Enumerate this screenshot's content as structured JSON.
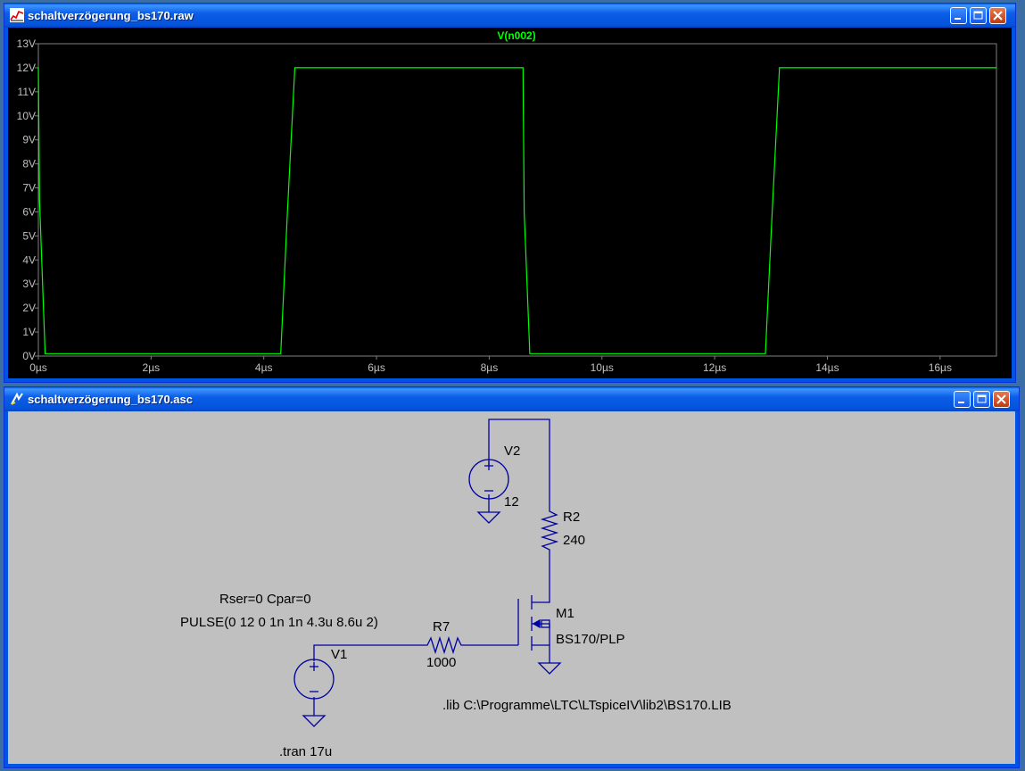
{
  "plot_window": {
    "title": "schaltverzögerung_bs170.raw"
  },
  "schematic_window": {
    "title": "schaltverzögerung_bs170.asc"
  },
  "colors": {
    "trace": "#00ff00",
    "plot_bg": "#000000",
    "wire": "#0000a0",
    "schematic_bg": "#c0c0c0",
    "title_bar": "#0054e3"
  },
  "chart_data": {
    "type": "line",
    "series": [
      {
        "name": "V(n002)",
        "x": [
          0,
          0.02,
          0.12,
          4.3,
          4.42,
          4.55,
          8.6,
          8.62,
          8.72,
          12.9,
          13.02,
          13.15,
          17
        ],
        "y": [
          12,
          6.5,
          0.1,
          0.1,
          6,
          12,
          12,
          6,
          0.1,
          0.1,
          6,
          12,
          12
        ]
      }
    ],
    "x_ticks": [
      "0µs",
      "2µs",
      "4µs",
      "6µs",
      "8µs",
      "10µs",
      "12µs",
      "14µs",
      "16µs"
    ],
    "x_tick_values": [
      0,
      2,
      4,
      6,
      8,
      10,
      12,
      14,
      16
    ],
    "y_ticks": [
      "0V",
      "1V",
      "2V",
      "3V",
      "4V",
      "5V",
      "6V",
      "7V",
      "8V",
      "9V",
      "10V",
      "11V",
      "12V",
      "13V"
    ],
    "y_tick_values": [
      0,
      1,
      2,
      3,
      4,
      5,
      6,
      7,
      8,
      9,
      10,
      11,
      12,
      13
    ],
    "xlim": [
      0,
      17
    ],
    "ylim": [
      0,
      13
    ],
    "grid": false
  },
  "schematic": {
    "v2": {
      "name": "V2",
      "value": "12"
    },
    "r2": {
      "name": "R2",
      "value": "240"
    },
    "m1": {
      "name": "M1",
      "model": "BS170/PLP"
    },
    "r7": {
      "name": "R7",
      "value": "1000"
    },
    "v1": {
      "name": "V1",
      "params": "Rser=0 Cpar=0",
      "pulse": "PULSE(0 12 0 1n 1n 4.3u 8.6u 2)"
    },
    "lib_directive": ".lib C:\\Programme\\LTC\\LTspiceIV\\lib2\\BS170.LIB",
    "tran_directive": ".tran 17u"
  }
}
